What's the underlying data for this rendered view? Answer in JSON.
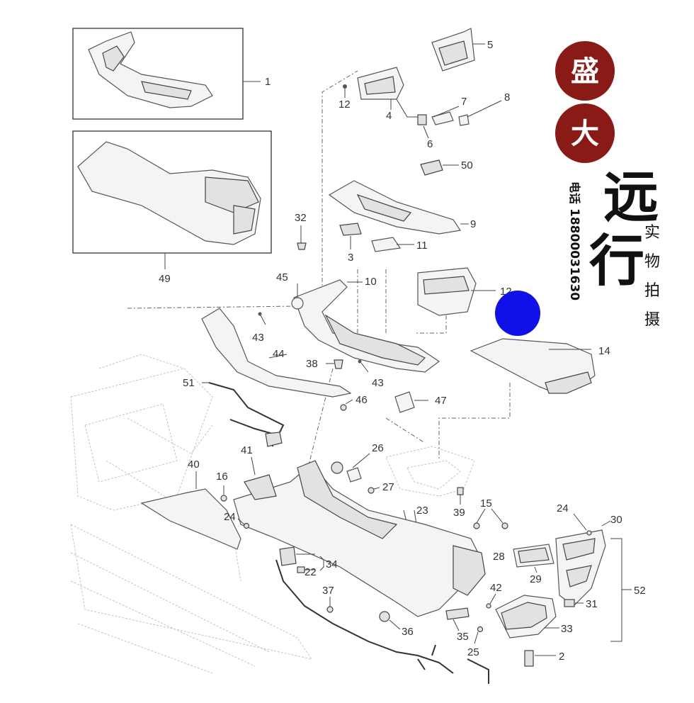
{
  "callouts": {
    "n1": "1",
    "n2": "2",
    "n3": "3",
    "n4": "4",
    "n5": "5",
    "n6": "6",
    "n7": "7",
    "n8": "8",
    "n9": "9",
    "n10": "10",
    "n11": "11",
    "n12a": "12",
    "n12b": "12",
    "n14": "14",
    "n15": "15",
    "n16": "16",
    "n22": "22",
    "n23": "23",
    "n24a": "24",
    "n24b": "24",
    "n25": "25",
    "n26": "26",
    "n27": "27",
    "n28": "28",
    "n29": "29",
    "n30": "30",
    "n31": "31",
    "n32": "32",
    "n33": "33",
    "n34": "34",
    "n35": "35",
    "n36": "36",
    "n37": "37",
    "n38": "38",
    "n39": "39",
    "n40": "40",
    "n41": "41",
    "n42": "42",
    "n43a": "43",
    "n43b": "43",
    "n44": "44",
    "n45": "45",
    "n46": "46",
    "n47": "47",
    "n49": "49",
    "n50": "50",
    "n51": "51",
    "n52": "52"
  },
  "watermark": {
    "seal_top": "盛",
    "seal_bottom": "大",
    "phone_label": "电话",
    "phone_number": "18800031630",
    "brush_1": "远",
    "brush_2": "行",
    "tagline": [
      "实",
      "物",
      "拍",
      "摄"
    ]
  },
  "colors": {
    "seal": "#8a1a16",
    "marker": "#1010e8"
  }
}
